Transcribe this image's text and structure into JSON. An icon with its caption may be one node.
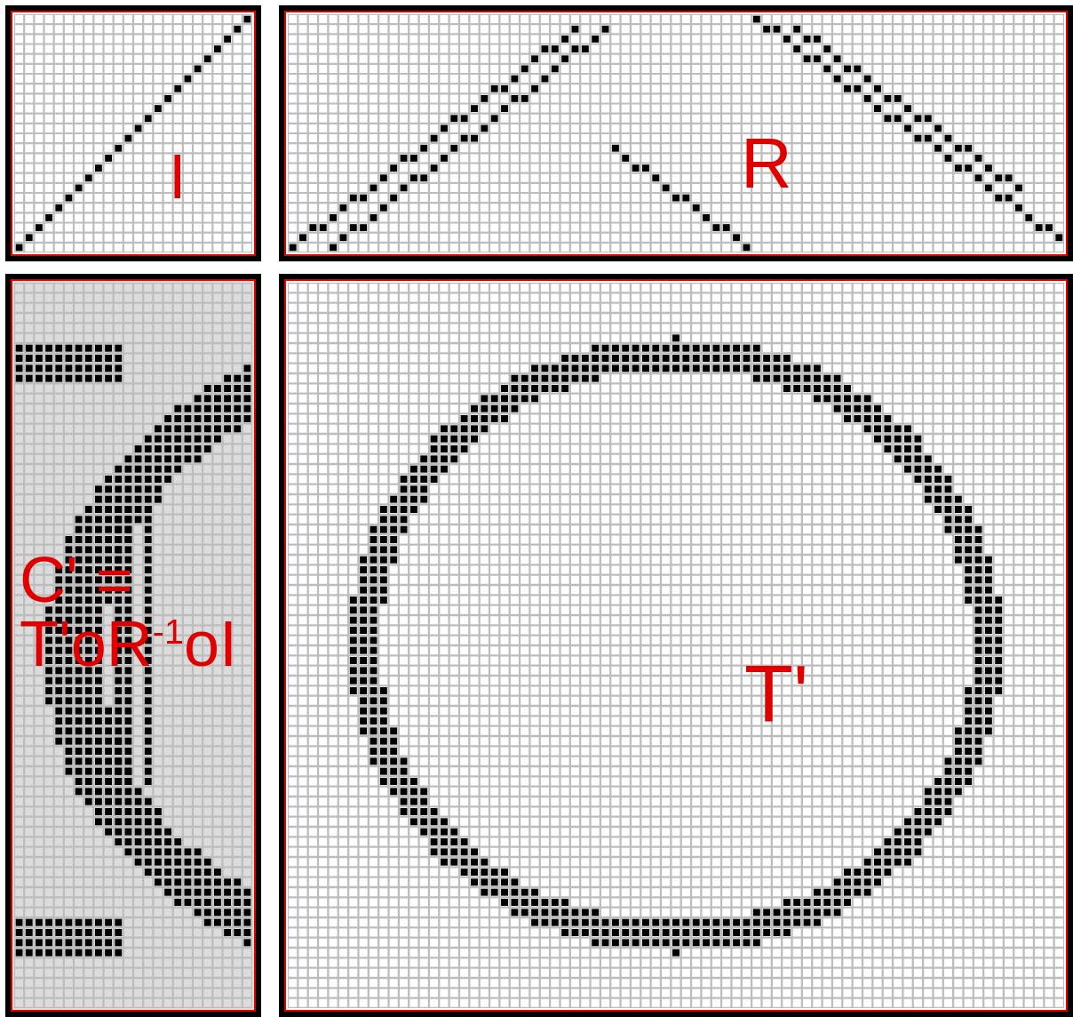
{
  "diagram": {
    "nodes": [
      {
        "text": [
          "I"
        ]
      },
      {
        "text": [
          "R"
        ]
      },
      {
        "text": [
          "C' = T'oR$^{-1}$oI"
        ]
      },
      {
        "text": [
          "T'"
        ]
      }
    ]
  }
}
